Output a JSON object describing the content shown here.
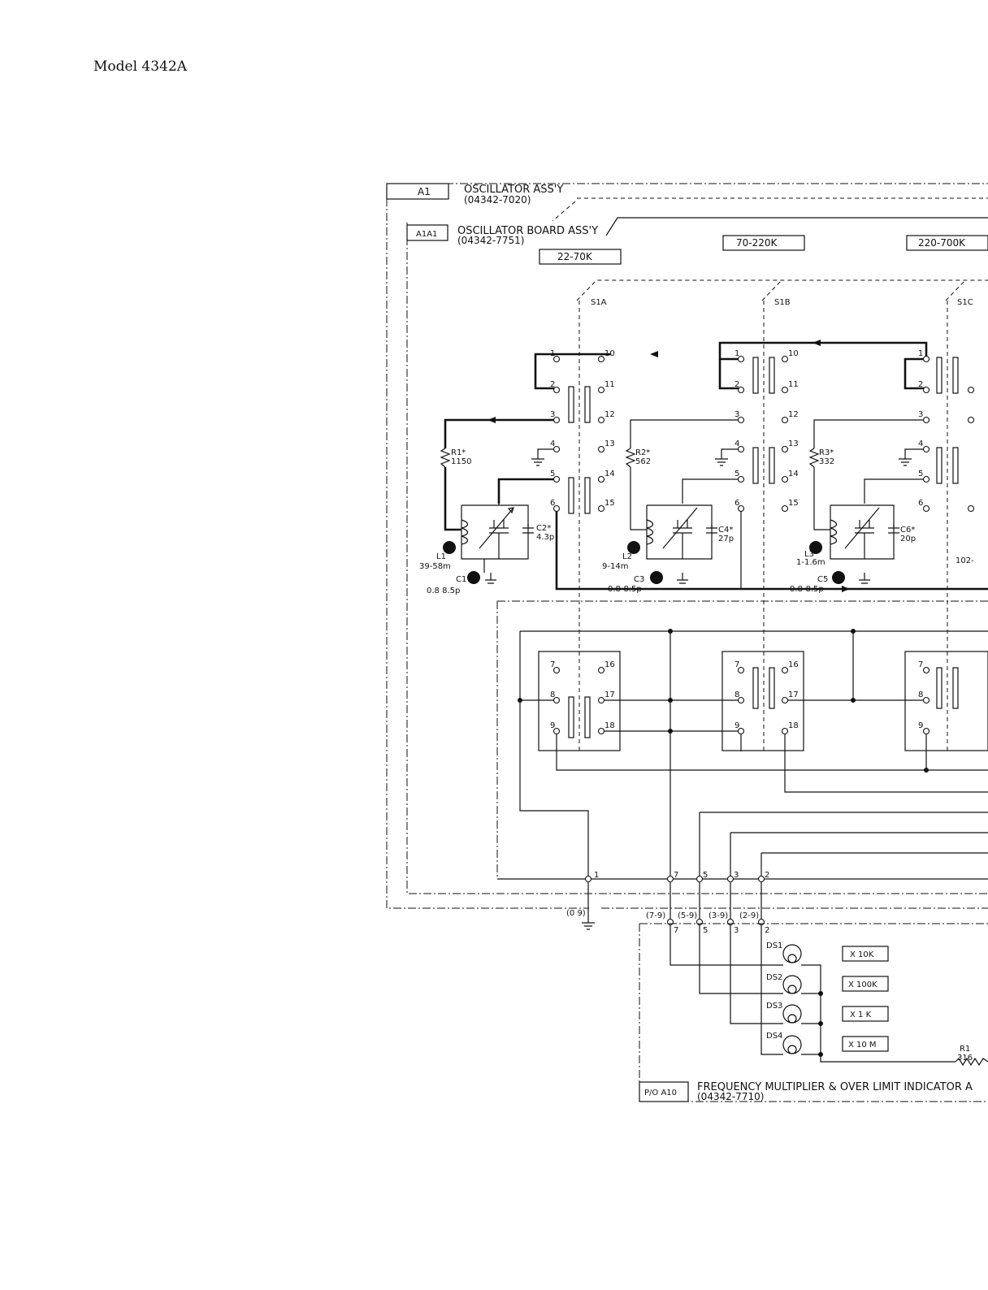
{
  "page": {
    "header": "Model 4342A"
  },
  "assemblies": {
    "a1": {
      "ref": "A1",
      "name": "OSCILLATOR ASS'Y",
      "part": "(04342-7020)"
    },
    "a1a1": {
      "ref": "A1A1",
      "name": "OSCILLATOR BOARD ASS'Y",
      "part": "(04342-7751)"
    },
    "a10": {
      "ref": "P/O A10",
      "name": "FREQUENCY MULTIPLIER & OVER LIMIT INDICATOR A",
      "part": "(04342-7710)"
    }
  },
  "ranges": [
    "22-70K",
    "70-220K",
    "220-700K"
  ],
  "switches": [
    "S1A",
    "S1B",
    "S1C"
  ],
  "terminals_top": [
    "1",
    "2",
    "3",
    "4",
    "5",
    "6",
    "10",
    "11",
    "12",
    "13",
    "14",
    "15"
  ],
  "terminals_bottom": [
    "7",
    "8",
    "9",
    "16",
    "17",
    "18"
  ],
  "components": {
    "r1": {
      "ref": "R1*",
      "value": "1150"
    },
    "r2": {
      "ref": "R2*",
      "value": "562"
    },
    "r3": {
      "ref": "R3*",
      "value": "332"
    },
    "l1": {
      "ref": "L1",
      "value": "39-58m"
    },
    "l2": {
      "ref": "L2",
      "value": "9-14m"
    },
    "l3": {
      "ref": "L3",
      "value": "1-1.6m"
    },
    "c1": {
      "ref": "C1",
      "value": "0.8 8.5p"
    },
    "c3": {
      "ref": "C3",
      "value": "0.8-8.5p"
    },
    "c5": {
      "ref": "C5",
      "value": "0.8-8.5p"
    },
    "c2": {
      "ref": "C2*",
      "value": "4.3p"
    },
    "c4": {
      "ref": "C4*",
      "value": "27p"
    },
    "c6": {
      "ref": "C6*",
      "value": "20p"
    },
    "partial_value": "102-",
    "r1_a10": {
      "ref": "R1",
      "value": "316"
    }
  },
  "connector": {
    "pins": [
      "1",
      "7",
      "5",
      "3",
      "2"
    ],
    "labels": [
      "(0 9)",
      "(7-9)",
      "(5-9)",
      "(3-9)",
      "(2-9)"
    ],
    "pins_lower": [
      "7",
      "5",
      "3",
      "2"
    ]
  },
  "indicators": [
    {
      "ref": "DS1",
      "label": "X 10K"
    },
    {
      "ref": "DS2",
      "label": "X 100K"
    },
    {
      "ref": "DS3",
      "label": "X 1 K"
    },
    {
      "ref": "DS4",
      "label": "X 10 M"
    }
  ]
}
